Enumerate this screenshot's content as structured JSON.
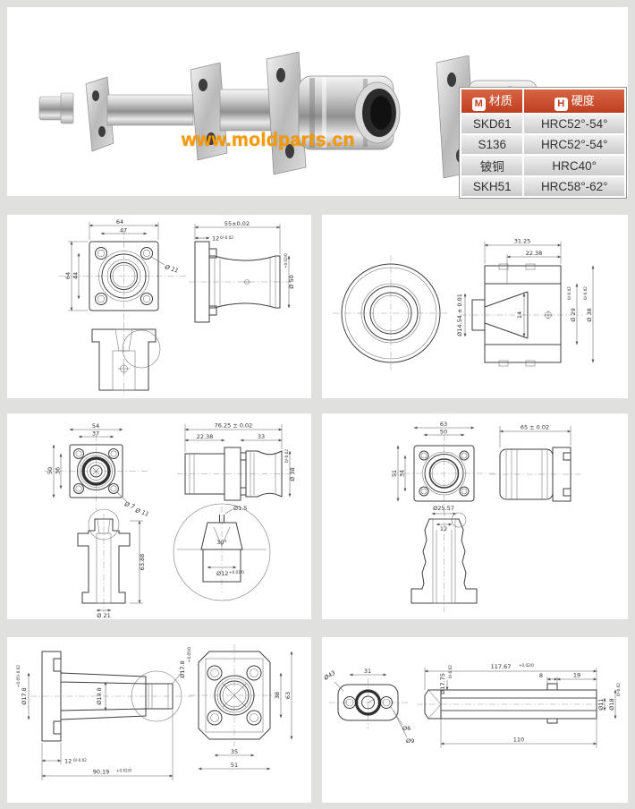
{
  "photo": {
    "watermark": "www.moldparts.cn",
    "watermark_color": "#f59b00"
  },
  "materials_table": {
    "header": {
      "m_icon": "M",
      "material": "材质",
      "h_icon": "H",
      "hardness": "硬度",
      "header_bg": "#c5492c"
    },
    "rows": [
      {
        "material": "SKD61",
        "hardness": "HRC52°-54°"
      },
      {
        "material": "S136",
        "hardness": "HRC52°-54°"
      },
      {
        "material": "铍铜",
        "hardness": "HRC40°"
      },
      {
        "material": "SKH51",
        "hardness": "HRC58°-62°"
      }
    ]
  },
  "drawings": {
    "p1": {
      "t64": "64",
      "t47": "47",
      "l64": "64",
      "l44": "44",
      "dia11": "Ø 11",
      "t55": "55±0.02",
      "t12": "12",
      "t12_tol": "0/-0.02",
      "d50": "Ø 50",
      "d50_tol": "+0.02/0"
    },
    "p2": {
      "t3125": "31.25",
      "t2238": "22.38",
      "l1454": "Ø14.54 ± 0.01",
      "i14": "14",
      "d29": "Ø 29",
      "d29_tol": "0/-0.02",
      "d38": "Ø 38",
      "d38_tol": "0/-0.02"
    },
    "p3": {
      "t54": "54",
      "t37": "37",
      "l50": "50",
      "l36": "36",
      "d7": "Ø 7",
      "d11": "Ø 11",
      "t7625": "76.25 ± 0.02",
      "t2238": "22.38",
      "t33": "33",
      "d38": "Ø 38",
      "d38_tol": "0/-0.02",
      "v6388": "63.88",
      "d21": "Ø 21",
      "d15": "Ø1.5",
      "a30": "30°",
      "d12": "Ø12",
      "d12_tol": "+0.01/0"
    },
    "p4": {
      "t63": "63",
      "t50": "50",
      "l51": "51",
      "l34": "34",
      "t65": "65 ± 0.02",
      "d2557": "Ø25.57",
      "i12": "12"
    },
    "p5": {
      "ld178": "Ø17.8",
      "ld178_tol": "+0.05/-0.02",
      "d198": "Ø19.8",
      "rd178": "Ø17.8",
      "rd178_tol": "+0.05/0",
      "b12": "12",
      "b12_tol": "0/-0.02",
      "b9019": "90.19",
      "b9019_tol": "+0.02/0",
      "r38": "38",
      "r63": "63",
      "b35": "35",
      "b51": "51"
    },
    "p6": {
      "t31": "31",
      "d43": "Ø43",
      "d6": "Ø6",
      "d9": "Ø9",
      "t11767": "117.67",
      "t11767_tol": "+0.02/0",
      "d1775": "Ø17.75",
      "d1775_tol": "0/-0.02",
      "t8": "8",
      "t19": "19",
      "r11": "Ø11",
      "r18": "Ø18",
      "r18_tol": "0/-0.02",
      "b110": "110"
    }
  }
}
